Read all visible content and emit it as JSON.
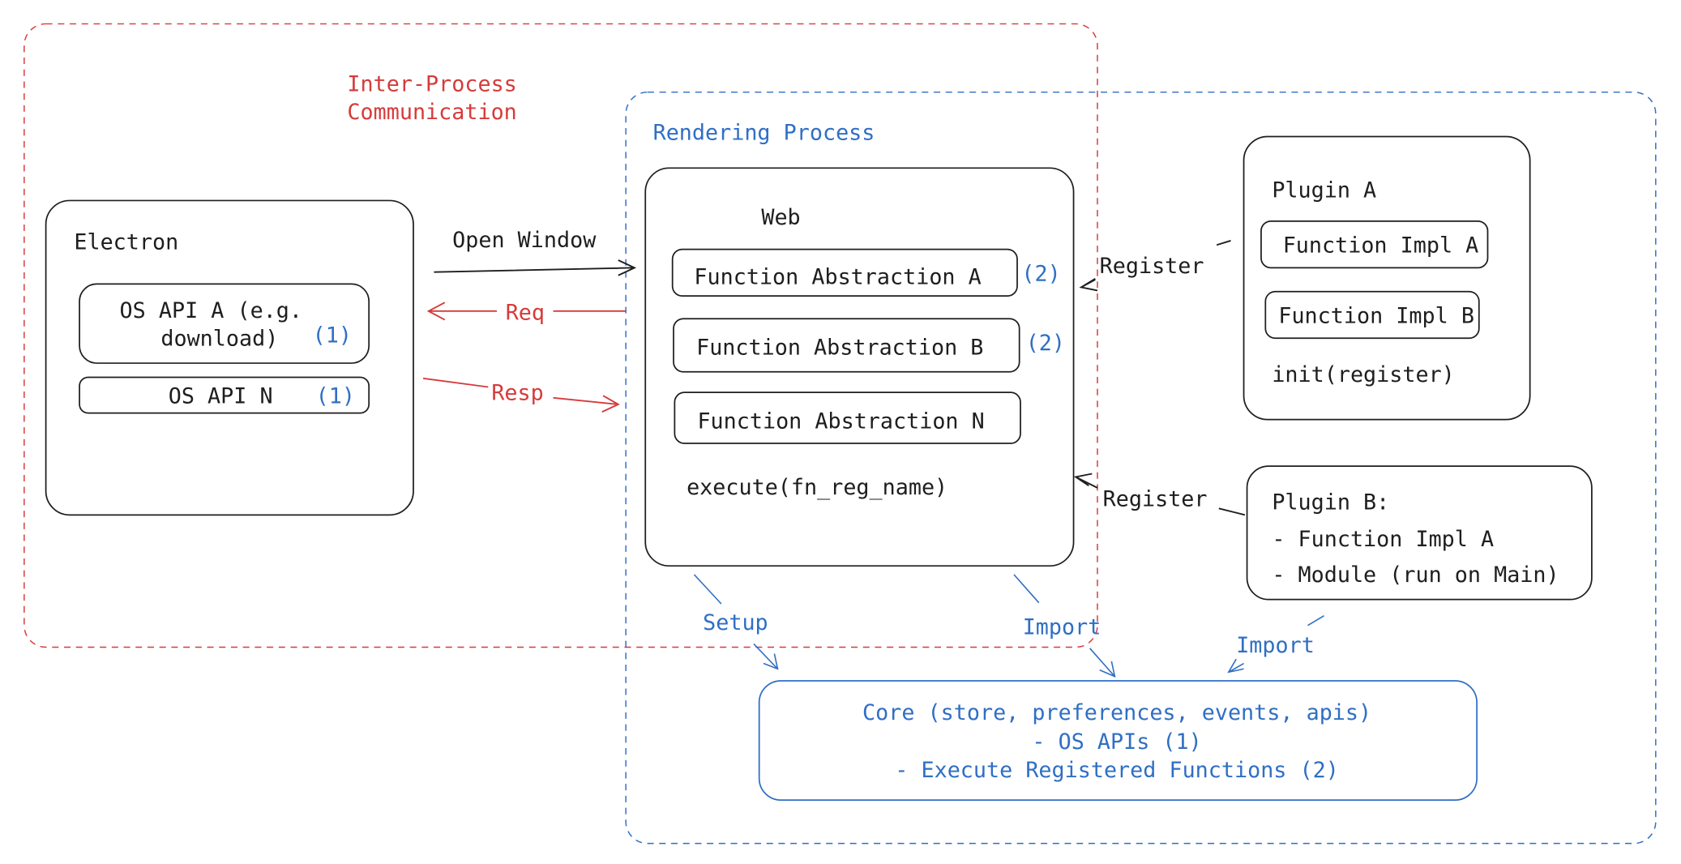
{
  "colors": {
    "ipc": "#d63b3b",
    "rendering": "#2f6fc4",
    "ink": "#1e1e1e"
  },
  "regions": {
    "ipc_title_line1": "Inter-Process",
    "ipc_title_line2": "Communication",
    "rendering_title": "Rendering Process"
  },
  "electron": {
    "title": "Electron",
    "os_api_a_line1": "OS API A (e.g.",
    "os_api_a_line2": "download)",
    "os_api_a_tag": "(1)",
    "os_api_n": "OS API N",
    "os_api_n_tag": "(1)"
  },
  "arrows": {
    "open_window": "Open Window",
    "req": "Req",
    "resp": "Resp",
    "register_a": "Register",
    "register_b": "Register",
    "setup": "Setup",
    "import_web": "Import",
    "import_plugin": "Import"
  },
  "web": {
    "title": "Web",
    "functions": [
      {
        "label": "Function Abstraction A",
        "tag": "(2)"
      },
      {
        "label": "Function Abstraction B",
        "tag": "(2)"
      },
      {
        "label": "Function Abstraction N"
      }
    ],
    "execute": "execute(fn_reg_name)"
  },
  "plugin_a": {
    "title": "Plugin A",
    "impl_a": "Function Impl A",
    "impl_b": "Function Impl B",
    "init": "init(register)"
  },
  "plugin_b": {
    "line1": "Plugin B:",
    "line2": "- Function Impl A",
    "line3": "- Module (run on Main)"
  },
  "core": {
    "line1": "Core (store, preferences, events, apis)",
    "line2": "- OS APIs (1)",
    "line3": "- Execute Registered Functions (2)"
  }
}
